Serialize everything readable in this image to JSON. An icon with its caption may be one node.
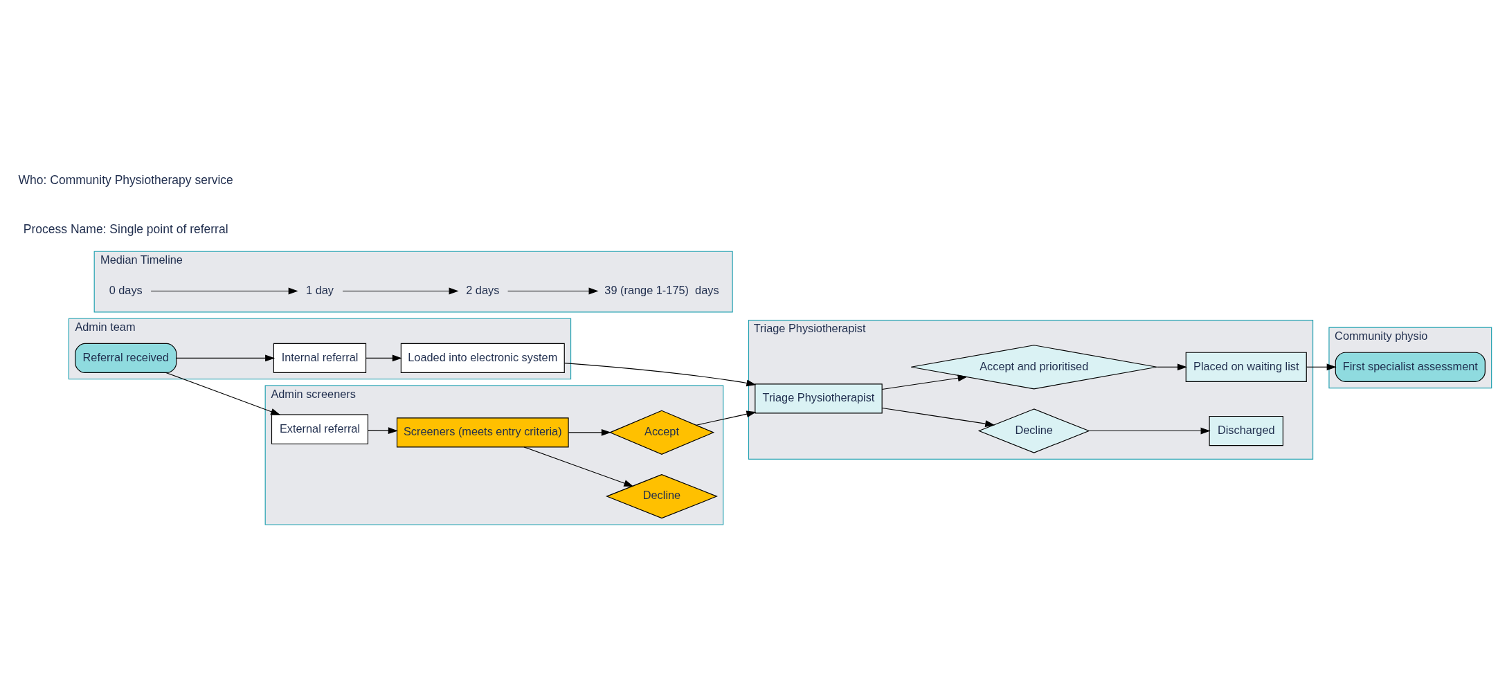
{
  "diagram": {
    "nodes": [
      {
        "text": [
          "Admin team"
        ]
      },
      {
        "text": [
          "Referral received"
        ],
        "in": 0
      },
      {
        "text": [
          "Internal referral"
        ],
        "in": 0
      },
      {
        "text": [
          "Loaded into electronic system"
        ],
        "in": 0
      },
      {
        "text": [
          "Admin screeners"
        ]
      },
      {
        "text": [
          "External referral"
        ],
        "in": 4
      },
      {
        "text": [
          "Screeners (meets entry criteria)"
        ],
        "in": 4
      },
      {
        "text": [
          "Decline"
        ],
        "in": 4
      },
      {
        "text": [
          "Accept"
        ],
        "in": 4
      },
      {
        "text": [
          "Triage Physiotherapist"
        ]
      },
      {
        "text": [
          "Triage Physiotherapist"
        ],
        "in": 9
      },
      {
        "text": [
          "Decline"
        ],
        "in": 9
      },
      {
        "text": [
          "Accept and prioritised"
        ],
        "in": 9
      },
      {
        "text": [
          "Discharged"
        ],
        "in": 9
      },
      {
        "text": [
          "Placed on waiting list"
        ],
        "in": 9
      },
      {
        "text": [
          "Community physio"
        ]
      },
      {
        "text": [
          "First specialist assessment"
        ],
        "in": 15
      },
      {
        "text": [
          "Median Timeline"
        ]
      },
      {
        "text": [
          "0 days"
        ],
        "in": 17
      },
      {
        "text": [
          "1 day"
        ],
        "in": 17
      },
      {
        "text": [
          "2 days"
        ],
        "in": 17
      },
      {
        "text": [
          "39 (range 1-175)  days"
        ],
        "in": 17
      }
    ],
    "edges": [
      {
        "from": 1,
        "to": 2,
        "arrow": "to"
      },
      {
        "from": 2,
        "to": 3,
        "arrow": "to"
      },
      {
        "from": 3,
        "to": 10,
        "arrow": "to"
      },
      {
        "from": 1,
        "to": 5,
        "arrow": "to"
      },
      {
        "from": 5,
        "to": 6,
        "arrow": "to"
      },
      {
        "from": 6,
        "to": 7,
        "arrow": "to"
      },
      {
        "from": 6,
        "to": 8,
        "arrow": "to"
      },
      {
        "from": 8,
        "to": 10,
        "arrow": "to"
      },
      {
        "from": 10,
        "to": 11,
        "arrow": "to"
      },
      {
        "from": 10,
        "to": 12,
        "arrow": "to"
      },
      {
        "from": 11,
        "to": 13,
        "arrow": "to"
      },
      {
        "from": 12,
        "to": 14,
        "arrow": "to"
      },
      {
        "from": 14,
        "to": 16,
        "arrow": "to"
      },
      {
        "from": 18,
        "to": 19,
        "arrow": "to"
      },
      {
        "from": 19,
        "to": 20,
        "arrow": "to"
      },
      {
        "from": 20,
        "to": 21,
        "arrow": "to"
      }
    ],
    "labels": [
      "Process Name: Single point of referral",
      "Who: Community Physiotherapy service"
    ]
  }
}
